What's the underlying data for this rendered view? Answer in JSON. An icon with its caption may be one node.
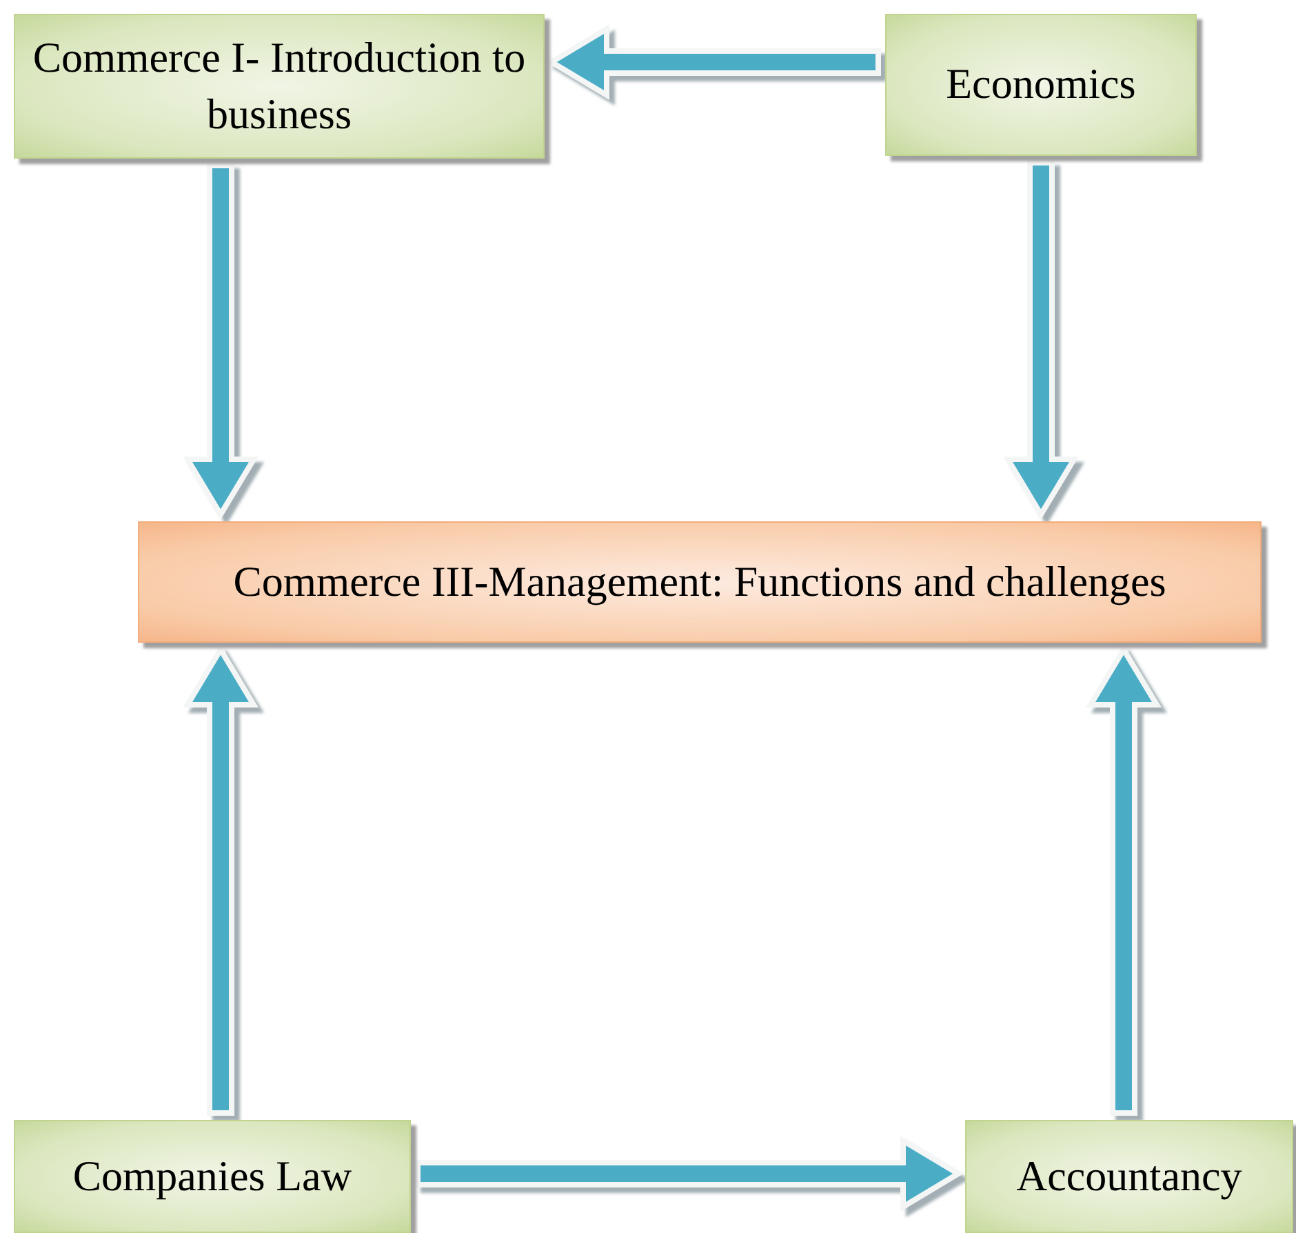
{
  "diagram": {
    "nodes": [
      {
        "text": [
          "Commerce I- Introduction to business"
        ]
      },
      {
        "text": [
          "Economics"
        ]
      },
      {
        "text": [
          "Commerce III-Management: Functions and challenges"
        ]
      },
      {
        "text": [
          "Companies Law"
        ]
      },
      {
        "text": [
          "Accountancy"
        ]
      }
    ],
    "edges": [
      {
        "from": 1,
        "to": 0,
        "arrow": "to"
      },
      {
        "from": 0,
        "to": 2,
        "arrow": "to"
      },
      {
        "from": 1,
        "to": 2,
        "arrow": "to"
      },
      {
        "from": 3,
        "to": 2,
        "arrow": "to"
      },
      {
        "from": 4,
        "to": 2,
        "arrow": "to"
      },
      {
        "from": 3,
        "to": 4,
        "arrow": "to"
      }
    ]
  }
}
